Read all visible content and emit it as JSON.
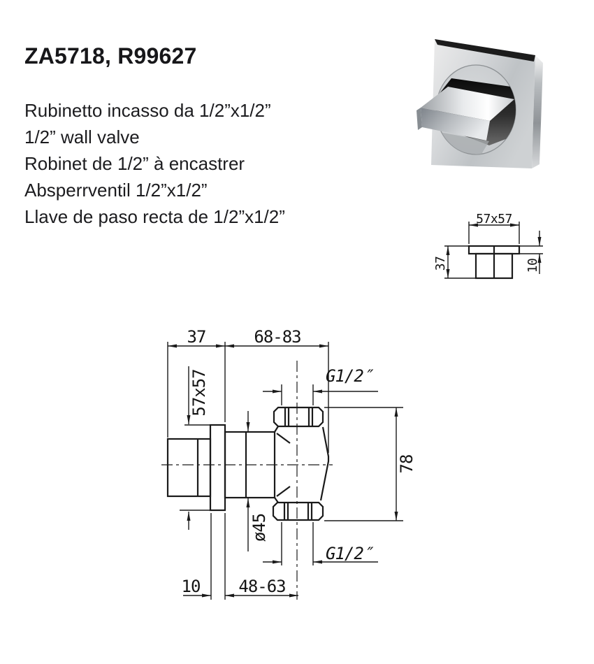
{
  "page": {
    "background_color": "#ffffff",
    "text_color": "#17171a"
  },
  "header": {
    "title": "ZA5718, R99627",
    "descriptions": [
      "Rubinetto incasso da 1/2”x1/2”",
      "1/2” wall valve",
      "Robinet de 1/2” à encastrer",
      "Absperrventil 1/2”x1/2”",
      "Llave de paso recta de 1/2”x1/2”"
    ]
  },
  "product_photo": {
    "description": "chrome square wall plate with circular recess and rectangular lever handle",
    "chrome_light": "#ececec",
    "chrome_mid": "#c2c5c8",
    "chrome_dark": "#1c1c1c"
  },
  "small_drawing": {
    "labels": {
      "plate_size": "57x57",
      "depth": "37",
      "plate_thickness": "10"
    }
  },
  "main_drawing": {
    "line_color": "#1a1a1a",
    "labels": {
      "wall_depth": "37",
      "reach_range": "68-83",
      "thread_top": "G1/2″",
      "plate_size": "57x57",
      "height": "78",
      "pipe_diameter": "ø45",
      "plate_thickness": "10",
      "outlet_range": "48-63",
      "thread_bottom": "G1/2″"
    }
  }
}
